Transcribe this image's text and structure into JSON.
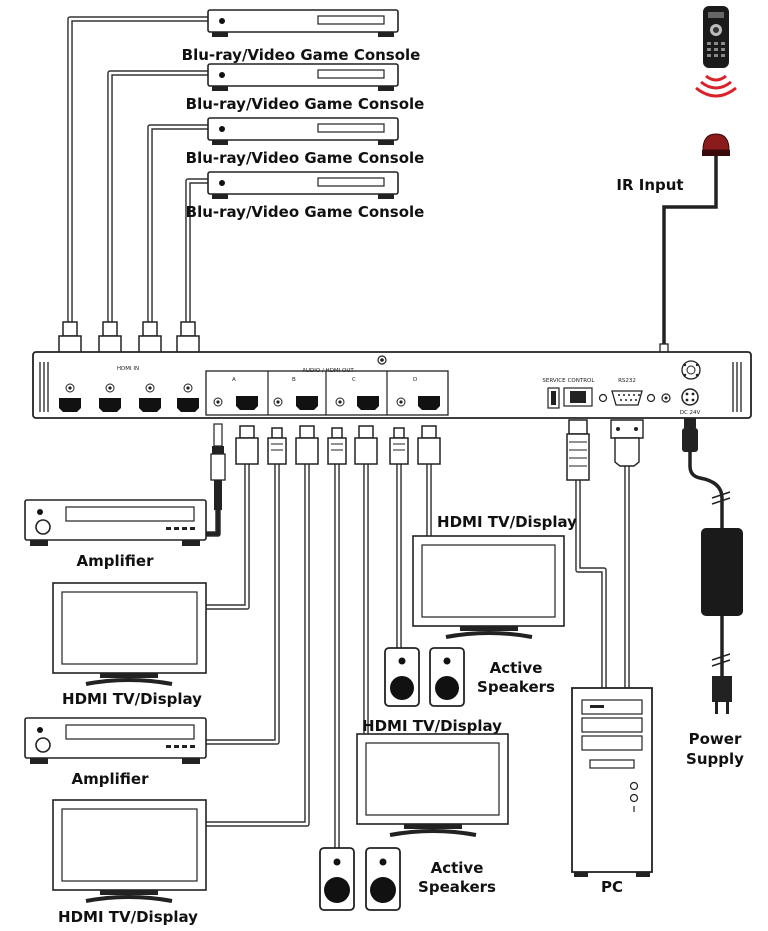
{
  "sources": {
    "console_1": "Blu-ray/Video Game Console",
    "console_2": "Blu-ray/Video Game Console",
    "console_3": "Blu-ray/Video Game Console",
    "console_4": "Blu-ray/Video Game Console"
  },
  "matrix": {
    "hdmi_in_label": "HDMI IN",
    "audio_hdmi_out_label": "AUDIO / HDMI OUT",
    "zone_a": "A",
    "zone_b": "B",
    "zone_c": "C",
    "zone_d": "D",
    "service_label": "SERVICE",
    "control_label": "CONTROL",
    "rs232_label": "RS232",
    "dc_label": "DC 24V"
  },
  "sinks": {
    "amplifier_1": "Amplifier",
    "display_1": "HDMI TV/Display",
    "amplifier_2": "Amplifier",
    "display_2": "HDMI TV/Display",
    "display_3": "HDMI TV/Display",
    "display_4": "HDMI TV/Display",
    "speakers_1_line1": "Active",
    "speakers_1_line2": "Speakers",
    "speakers_2_line1": "Active",
    "speakers_2_line2": "Speakers"
  },
  "control": {
    "ir_input": "IR Input",
    "pc": "PC",
    "power_line1": "Power",
    "power_line2": "Supply"
  },
  "colors": {
    "line": "#222222",
    "cable": "#333333",
    "ir_emitter": "#8b1a1a",
    "remote_signal": "#d9232a"
  }
}
